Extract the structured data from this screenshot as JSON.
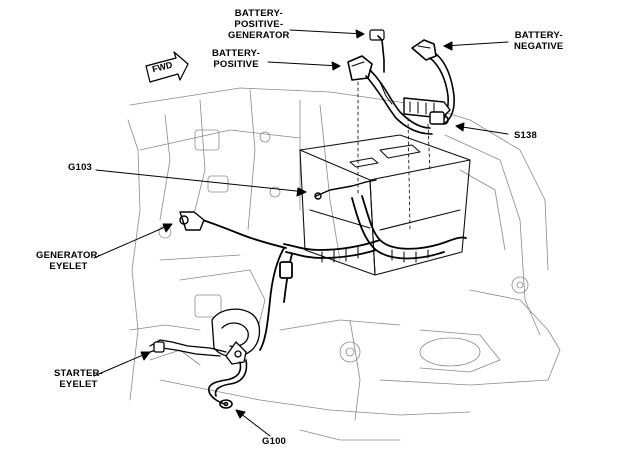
{
  "labels": {
    "battery_positive_generator": "BATTERY-\nPOSITIVE-\nGENERATOR",
    "battery_negative": "BATTERY-\nNEGATIVE",
    "battery_positive": "BATTERY-\nPOSITIVE",
    "s138": "S138",
    "g103": "G103",
    "generator_eyelet": "GENERATOR-\nEYELET",
    "starter_eyelet": "STARTER-\nEYELET",
    "g100": "G100",
    "fwd": "FWD"
  }
}
